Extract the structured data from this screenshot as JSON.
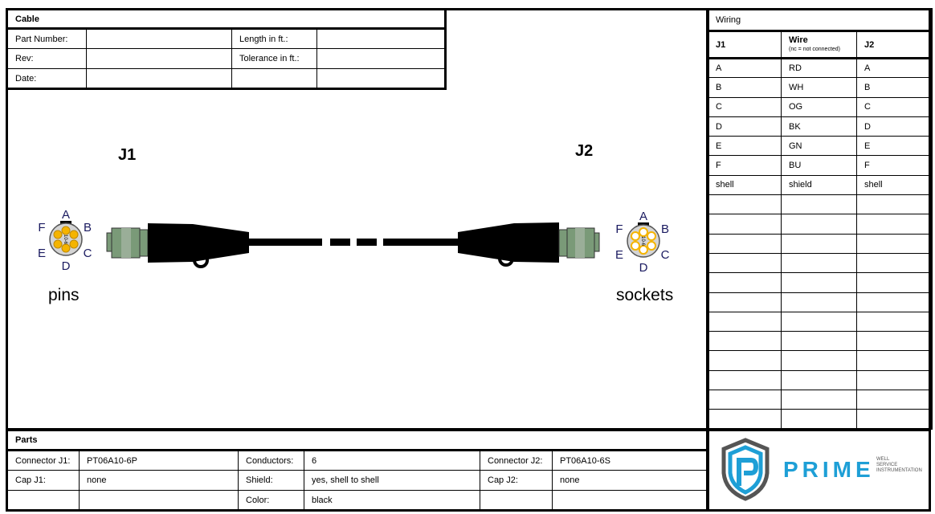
{
  "cable": {
    "title": "Cable",
    "part_number_label": "Part Number:",
    "part_number": "",
    "rev_label": "Rev:",
    "rev": "",
    "date_label": "Date:",
    "date": "",
    "length_label": "Length in ft.:",
    "length": "",
    "tolerance_label": "Tolerance in ft.:",
    "tolerance": ""
  },
  "diagram": {
    "j1_label": "J1",
    "j2_label": "J2",
    "j1_type": "pins",
    "j2_type": "sockets",
    "insert_code": "10-6",
    "pin_letters": [
      "A",
      "B",
      "C",
      "D",
      "E",
      "F"
    ],
    "pin_color": "#f5b400",
    "body_color": "#7a9a78"
  },
  "wiring": {
    "title": "Wiring",
    "col_j1": "J1",
    "col_wire": "Wire",
    "col_wire_note": "(nc = not connected)",
    "col_j2": "J2",
    "rows": [
      [
        "A",
        "RD",
        "A"
      ],
      [
        "B",
        "WH",
        "B"
      ],
      [
        "C",
        "OG",
        "C"
      ],
      [
        "D",
        "BK",
        "D"
      ],
      [
        "E",
        "GN",
        "E"
      ],
      [
        "F",
        "BU",
        "F"
      ],
      [
        "shell",
        "shield",
        "shell"
      ],
      [
        "",
        "",
        ""
      ],
      [
        "",
        "",
        ""
      ],
      [
        "",
        "",
        ""
      ],
      [
        "",
        "",
        ""
      ],
      [
        "",
        "",
        ""
      ],
      [
        "",
        "",
        ""
      ],
      [
        "",
        "",
        ""
      ],
      [
        "",
        "",
        ""
      ],
      [
        "",
        "",
        ""
      ],
      [
        "",
        "",
        ""
      ],
      [
        "",
        "",
        ""
      ],
      [
        "",
        "",
        ""
      ]
    ]
  },
  "parts": {
    "title": "Parts",
    "rows": [
      [
        "Connector J1:",
        "PT06A10-6P",
        "Conductors:",
        "6",
        "Connector J2:",
        "PT06A10-6S"
      ],
      [
        "Cap J1:",
        "none",
        "Shield:",
        "yes, shell to shell",
        "Cap J2:",
        "none"
      ],
      [
        "",
        "",
        "Color:",
        "black",
        "",
        ""
      ]
    ]
  },
  "logo": {
    "name": "PRIME",
    "tagline": [
      "WELL",
      "SERVICE",
      "INSTRUMENTATION"
    ],
    "brand_color": "#1e9fd6",
    "shield_color": "#555555"
  }
}
